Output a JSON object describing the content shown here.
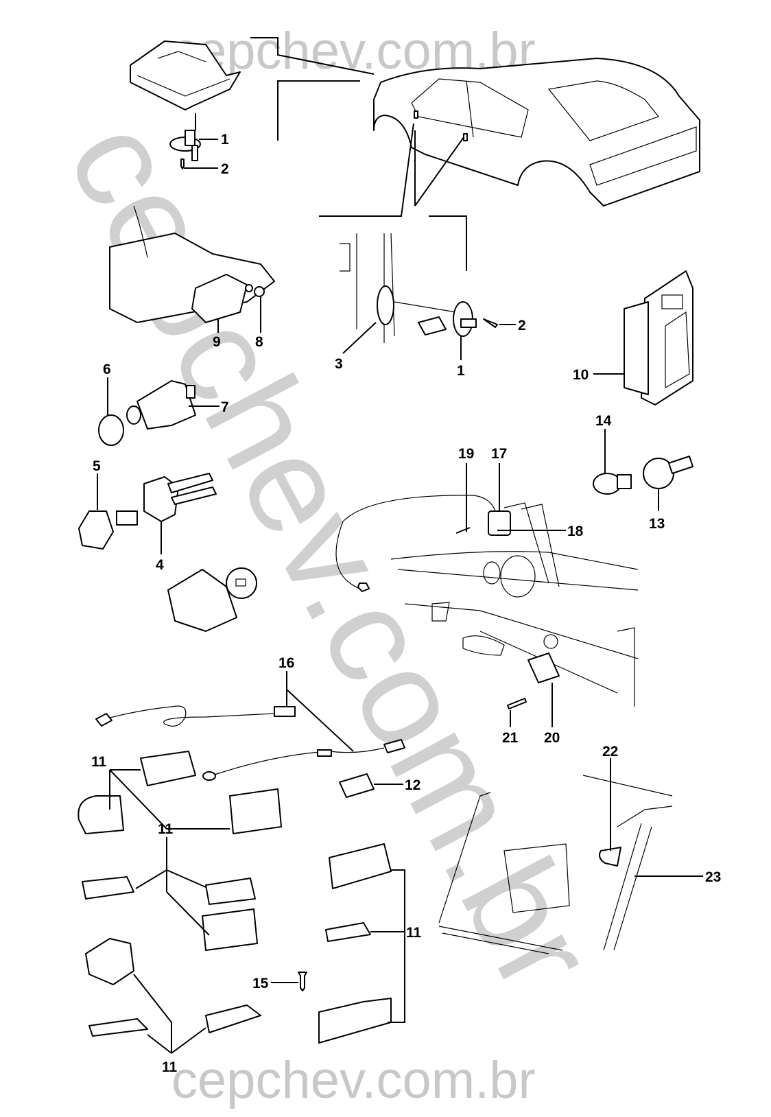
{
  "watermark": {
    "top": "cepchev.com.br",
    "bottom": "cepchev.com.br",
    "diagonal": "cepchev.com.br",
    "color": "#c8c8c8"
  },
  "diagram": {
    "type": "exploded parts view",
    "subject": "courtesy light switches, door switches, connectors and wiring"
  },
  "callouts": [
    {
      "id": "c1a",
      "label": "1"
    },
    {
      "id": "c2a",
      "label": "2"
    },
    {
      "id": "c9",
      "label": "9"
    },
    {
      "id": "c8",
      "label": "8"
    },
    {
      "id": "c3",
      "label": "3"
    },
    {
      "id": "c1b",
      "label": "1"
    },
    {
      "id": "c2b",
      "label": "2"
    },
    {
      "id": "c10",
      "label": "10"
    },
    {
      "id": "c6",
      "label": "6"
    },
    {
      "id": "c7",
      "label": "7"
    },
    {
      "id": "c5",
      "label": "5"
    },
    {
      "id": "c4",
      "label": "4"
    },
    {
      "id": "c14",
      "label": "14"
    },
    {
      "id": "c13",
      "label": "13"
    },
    {
      "id": "c19",
      "label": "19"
    },
    {
      "id": "c17",
      "label": "17"
    },
    {
      "id": "c18",
      "label": "18"
    },
    {
      "id": "c16",
      "label": "16"
    },
    {
      "id": "c11a",
      "label": "11"
    },
    {
      "id": "c12",
      "label": "12"
    },
    {
      "id": "c21",
      "label": "21"
    },
    {
      "id": "c20",
      "label": "20"
    },
    {
      "id": "c22",
      "label": "22"
    },
    {
      "id": "c23",
      "label": "23"
    },
    {
      "id": "c11b",
      "label": "11"
    },
    {
      "id": "c11c",
      "label": "11"
    },
    {
      "id": "c15",
      "label": "15"
    },
    {
      "id": "c11d",
      "label": "11"
    }
  ]
}
